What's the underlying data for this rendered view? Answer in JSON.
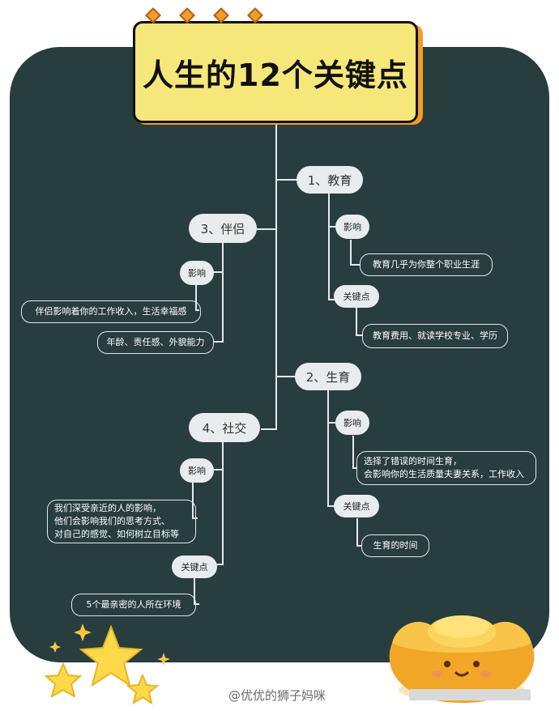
{
  "title": "人生的12个关键点",
  "topics": {
    "education": "1、教育",
    "birth": "2、生育",
    "partner": "3、伴侣",
    "social": "4、社交"
  },
  "tags": {
    "edu_influence": "影响",
    "edu_key": "关键点",
    "birth_influence": "影响",
    "birth_key": "关键点",
    "partner_influence": "影响",
    "social_influence": "影响",
    "social_key": "关键点"
  },
  "leaves": {
    "edu_influence": "教育几乎为你整个职业生涯",
    "edu_key": "教育费用、就读学校专业、学历",
    "birth_influence": [
      "选择了错误的时间生育，",
      "会影响你的生活质量夫妻关系，工作收入"
    ],
    "birth_key": "生育的时间",
    "partner_influence": "伴侣影响着你的工作收入，生活幸福感",
    "partner_traits": "年龄、责任感、外貌能力",
    "social_influence": [
      "我们深受亲近的人的影响，",
      "他们会影响我们的思考方式、",
      "对自己的感觉、如何树立目标等"
    ],
    "social_key": "5个最亲密的人所在环境"
  },
  "watermark": "@优优的狮子妈咪",
  "colors": {
    "board": "#283d3e",
    "title_bg": "#f6e77a",
    "title_shadow": "#f39c2b",
    "node_bg": "#e9ecee"
  }
}
